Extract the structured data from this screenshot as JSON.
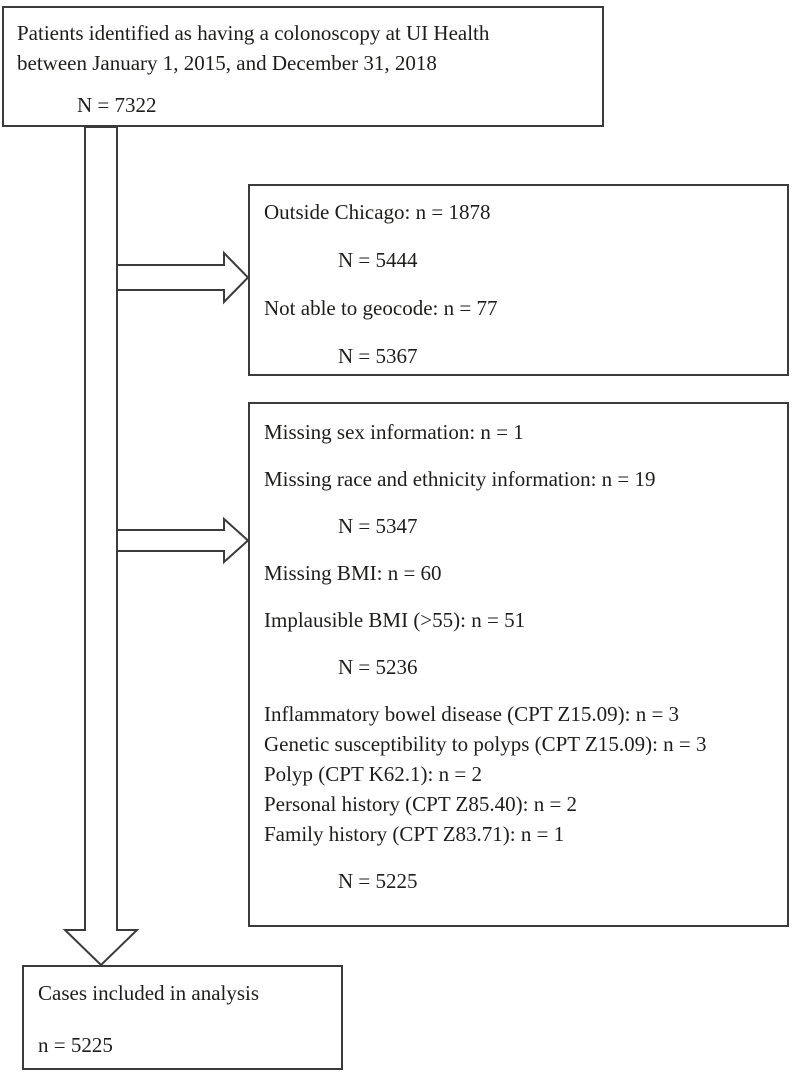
{
  "colors": {
    "background": "#ffffff",
    "ink": "#1d1d1b",
    "line": "#3b3b3b"
  },
  "flowchart": {
    "source_box": {
      "line1": "Patients identified as having a colonoscopy at UI Health",
      "line2": "between January 1, 2015, and December 31, 2018",
      "n_total": "N = 7322"
    },
    "geocode_exclusion_box": {
      "exclusion1": "Outside Chicago: n = 1878",
      "n_after_1": "N = 5444",
      "exclusion2": "Not able to geocode: n = 77",
      "n_after_2": "N = 5367"
    },
    "clinical_exclusion_box": {
      "exclusion1": "Missing sex information: n = 1",
      "exclusion2": "Missing race and ethnicity information: n = 19",
      "n_after_2": "N = 5347",
      "exclusion3": "Missing BMI: n = 60",
      "exclusion4": "Implausible BMI (>55): n = 51",
      "n_after_4": "N = 5236",
      "exclusion5": "Inflammatory bowel disease (CPT Z15.09): n = 3",
      "exclusion6": "Genetic susceptibility to polyps (CPT Z15.09): n = 3",
      "exclusion7": "Polyp (CPT K62.1): n = 2",
      "exclusion8": "Personal history (CPT Z85.40): n = 2",
      "exclusion9": "Family history (CPT Z83.71): n = 1",
      "n_final": "N = 5225"
    },
    "final_box": {
      "line1": "Cases included in analysis",
      "n_final": "n = 5225"
    }
  }
}
